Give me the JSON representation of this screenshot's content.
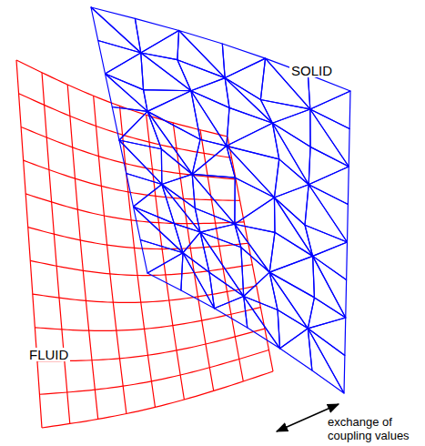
{
  "diagram": {
    "labels": [
      "SOLID",
      "FLUID",
      "exchange of coupling values"
    ]
  }
}
